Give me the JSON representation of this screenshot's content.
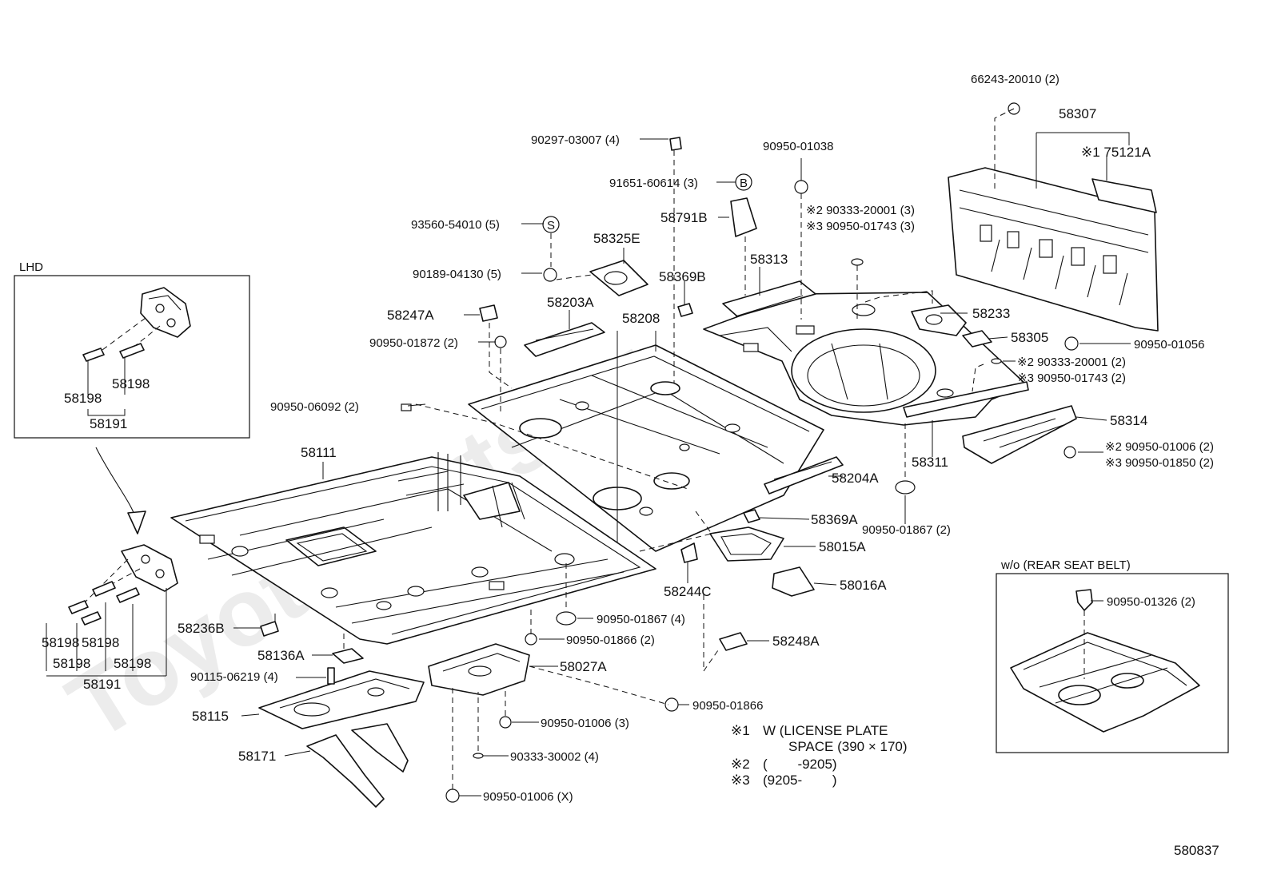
{
  "watermark": "ToyotaParts.ru",
  "figure_code": "580837",
  "insets": {
    "lhd_title": "LHD",
    "rear_seat_title": "w/o (REAR SEAT BELT)"
  },
  "notes": {
    "n1_mark": "※1",
    "n1_line1": "W (LICENSE PLATE",
    "n1_line2": "SPACE (390 × 170)",
    "n2_mark": "※2",
    "n2_text": "(        -9205)",
    "n3_mark": "※3",
    "n3_text": "(9205-        )"
  },
  "labels": {
    "p66243": "66243-20010 (2)",
    "p58307": "58307",
    "p75121A": "※1 75121A",
    "p90297": "90297-03007 (4)",
    "p90950_01038": "90950-01038",
    "p91651": "91651-60614 (3)",
    "markB": "B",
    "p58791B": "58791B",
    "p90333_20001_3": "※2 90333-20001 (3)",
    "p90950_01743_3": "※3 90950-01743 (3)",
    "p93560": "93560-54010 (5)",
    "markS": "S",
    "p58325E": "58325E",
    "p58313": "58313",
    "p90189": "90189-04130 (5)",
    "p58369B": "58369B",
    "p58203A": "58203A",
    "p58247A": "58247A",
    "p58208": "58208",
    "p58233": "58233",
    "p58305": "58305",
    "p90950_01056": "90950-01056",
    "p90950_01872": "90950-01872 (2)",
    "p90333_20001_2": "※2 90333-20001 (2)",
    "p90950_01743_2": "※3 90950-01743 (2)",
    "p90950_06092": "90950-06092 (2)",
    "p58314": "58314",
    "p90950_01006_2": "※2 90950-01006 (2)",
    "p90950_01850": "※3 90950-01850 (2)",
    "p58311": "58311",
    "p58111": "58111",
    "p58204A": "58204A",
    "p58369A": "58369A",
    "p90950_01867_2": "90950-01867 (2)",
    "p58015A": "58015A",
    "p58016A": "58016A",
    "p58244C": "58244C",
    "p58236B": "58236B",
    "p90950_01867_4": "90950-01867 (4)",
    "p90950_01866_2": "90950-01866 (2)",
    "p58248A": "58248A",
    "p58136A": "58136A",
    "p90115": "90115-06219 (4)",
    "p58027A": "58027A",
    "p90950_01866": "90950-01866",
    "p58115": "58115",
    "p90950_01006_3": "90950-01006 (3)",
    "p58171": "58171",
    "p90333_30002": "90333-30002 (4)",
    "p90950_01006_X": "90950-01006 (X)",
    "p90950_01326": "90950-01326 (2)",
    "lhd_58198_a": "58198",
    "lhd_58198_b": "58198",
    "lhd_58191_a": "58191",
    "lhd_58198_c": "58198",
    "lhd_58198_d": "58198",
    "lhd_58198_e": "58198",
    "lhd_58198_f": "58198",
    "lhd_58191_b": "58191"
  }
}
